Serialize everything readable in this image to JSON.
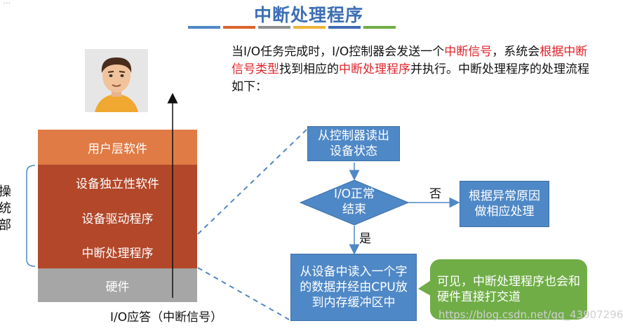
{
  "slide": {
    "title": "中断处理程序",
    "corner_text": "...",
    "title_bar_colors": [
      "#4f88c6",
      "#d9652f",
      "#8f8f8f",
      "#f0b43c",
      "#3f6cb3",
      "#70ad47"
    ]
  },
  "description": {
    "p1": "当I/O任务完成时，I/O控制器会发送一个",
    "r1": "中断信号",
    "p2": "，系统会",
    "r2": "根据中断信号类型",
    "p3": "找到相应的",
    "r3": "中断处理程序",
    "p4": "并执行。中断处理程序的处理流程如下："
  },
  "stack": {
    "layers": [
      {
        "label": "用户层软件",
        "color": "#e07b45"
      },
      {
        "label": "设备独立性软件",
        "color": "#b3472a"
      },
      {
        "label": "设备驱动程序",
        "color": "#b3472a"
      },
      {
        "label": "中断处理程序",
        "color": "#b3472a"
      },
      {
        "label": "硬件",
        "color": "#a6a6a6"
      }
    ],
    "side_label": "操统部",
    "bottom_label": "I/O应答（中断信号）"
  },
  "flow": {
    "read_status": "从控制器读出设备状态",
    "decision": "I/O正常结束",
    "no_label": "否",
    "yes_label": "是",
    "handle_error": "根据异常原因做相应处理",
    "read_data": "从设备中读入一个字的数据并经由CPU放到内存缓冲区中"
  },
  "bubble": {
    "text": "可见，中断处理程序也会和硬件直接打交道"
  },
  "watermark": "https://blog.csdn.net/qq_43907296"
}
